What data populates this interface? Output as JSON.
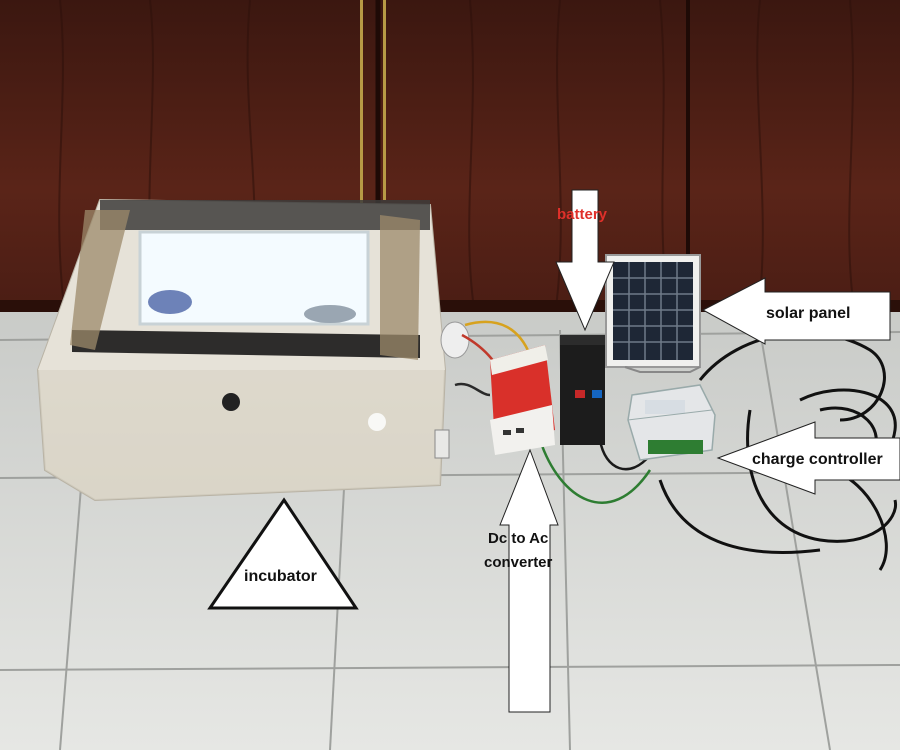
{
  "labels": {
    "battery": "battery",
    "solar_panel": "solar panel",
    "charge_controller": "charge controller",
    "dc_to_ac_line1": "Dc to Ac",
    "dc_to_ac_line2": "converter",
    "incubator": "incubator"
  },
  "colors": {
    "battery_label": "#e0302a",
    "label_text": "#111111",
    "arrow_fill": "#ffffff",
    "wall": "#4a1c12",
    "floor": "#dcdedb"
  }
}
